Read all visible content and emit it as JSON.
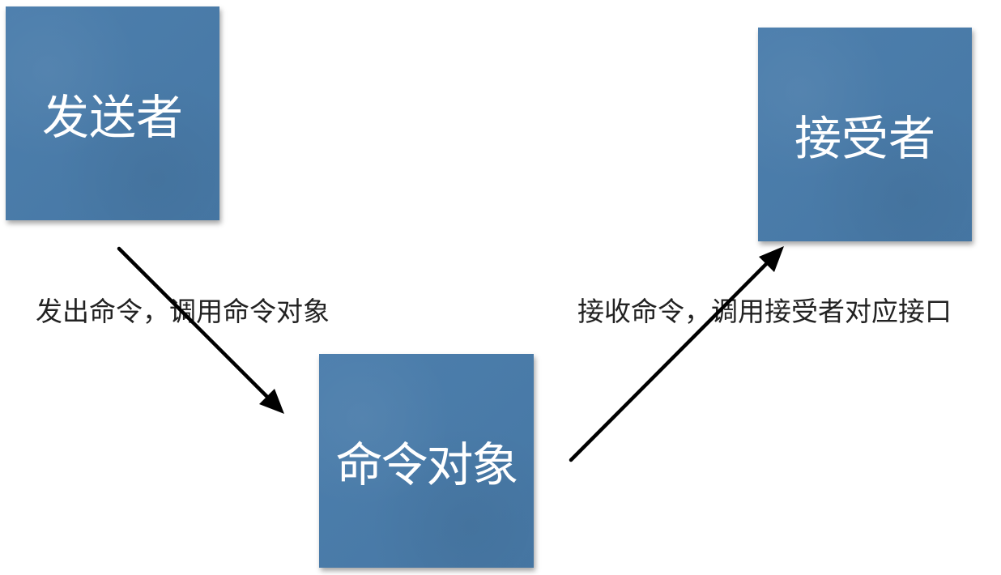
{
  "diagram": {
    "title": "Command pattern flow",
    "box_color": "#4a7ba8",
    "text_color_box": "#ffffff",
    "text_color_label": "#222222",
    "arrow_color": "#000000",
    "nodes": {
      "sender": {
        "label": "发送者"
      },
      "command_object": {
        "label": "命令对象"
      },
      "receiver": {
        "label": "接受者"
      }
    },
    "edges": {
      "sender_to_command": {
        "label": "发出命令，调用命令对象"
      },
      "command_to_receiver": {
        "label": "接收命令，调用接受者对应接口"
      }
    }
  }
}
